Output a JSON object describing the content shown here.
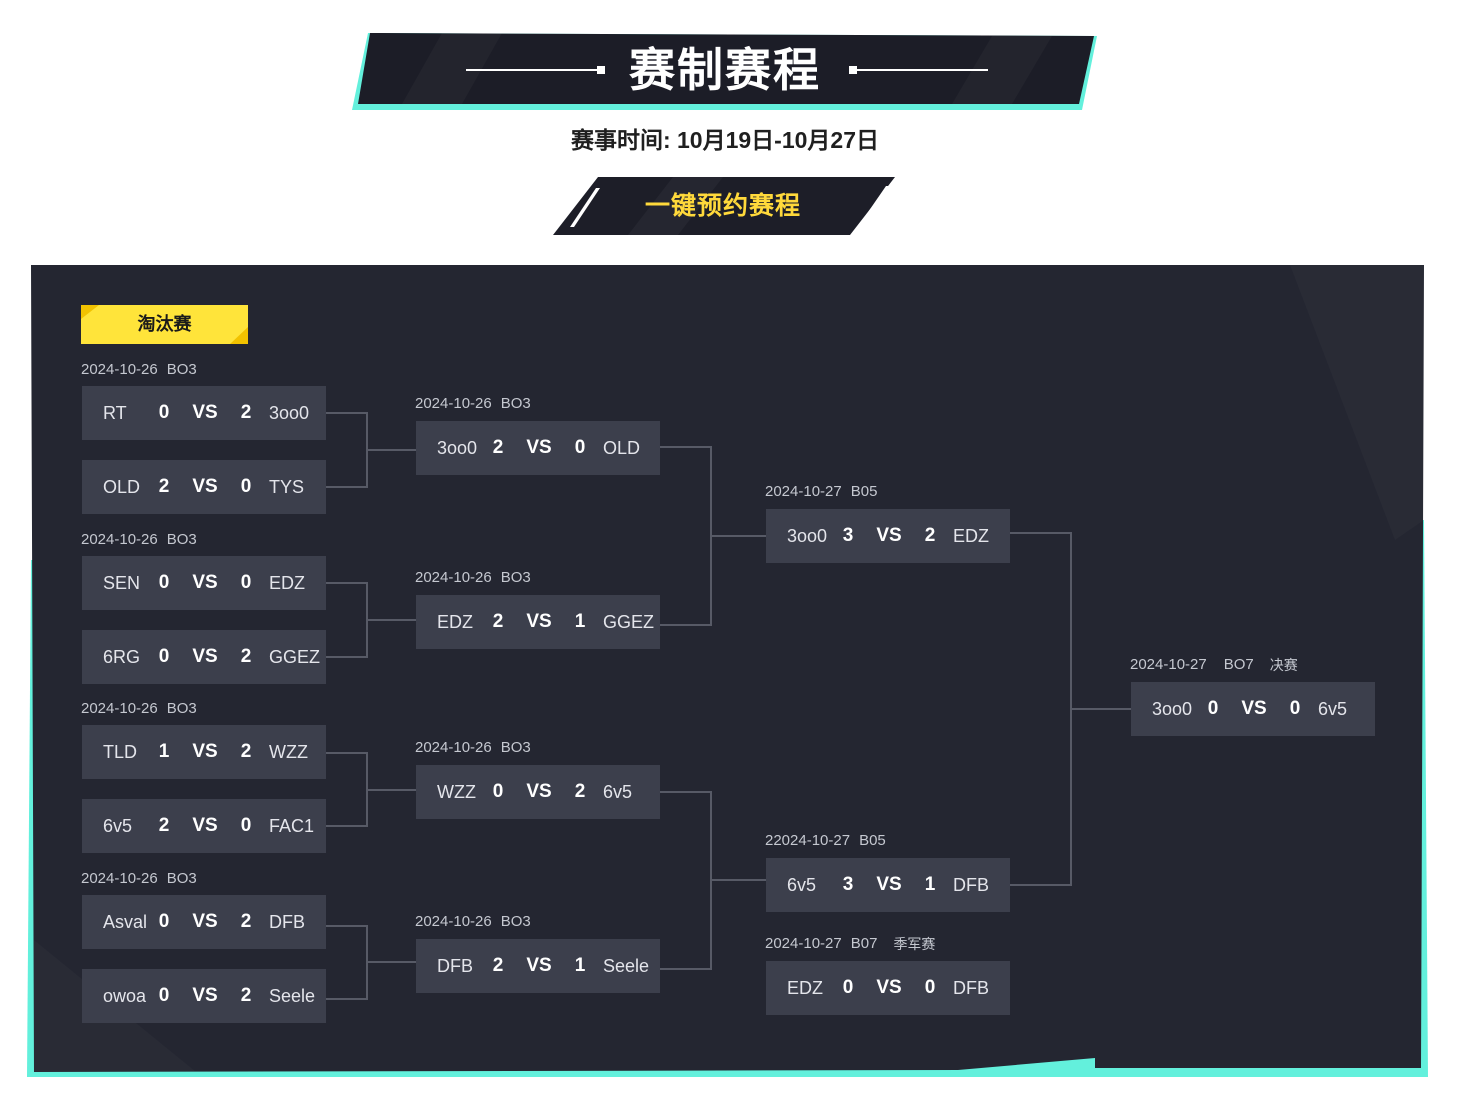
{
  "header": {
    "title": "赛制赛程",
    "schedule": "赛事时间: 10月19日-10月27日",
    "reserve_button": "一键预约赛程"
  },
  "bracket": {
    "stage_tag": "淘汰赛",
    "vs": "VS",
    "round1": [
      {
        "date": "2024-10-26",
        "format": "BO3",
        "matches": [
          {
            "team_a": "RT",
            "score_a": 0,
            "score_b": 2,
            "team_b": "3oo0"
          },
          {
            "team_a": "OLD",
            "score_a": 2,
            "score_b": 0,
            "team_b": "TYS"
          }
        ]
      },
      {
        "date": "2024-10-26",
        "format": "BO3",
        "matches": [
          {
            "team_a": "SEN",
            "score_a": 0,
            "score_b": 0,
            "team_b": "EDZ"
          },
          {
            "team_a": "6RG",
            "score_a": 0,
            "score_b": 2,
            "team_b": "GGEZ"
          }
        ]
      },
      {
        "date": "2024-10-26",
        "format": "BO3",
        "matches": [
          {
            "team_a": "TLD",
            "score_a": 1,
            "score_b": 2,
            "team_b": "WZZ"
          },
          {
            "team_a": "6v5",
            "score_a": 2,
            "score_b": 0,
            "team_b": "FAC1"
          }
        ]
      },
      {
        "date": "2024-10-26",
        "format": "BO3",
        "matches": [
          {
            "team_a": "Asval",
            "score_a": 0,
            "score_b": 2,
            "team_b": "DFB"
          },
          {
            "team_a": "owoa",
            "score_a": 0,
            "score_b": 2,
            "team_b": "Seele"
          }
        ]
      }
    ],
    "round2": [
      {
        "date": "2024-10-26",
        "format": "BO3",
        "team_a": "3oo0",
        "score_a": 2,
        "score_b": 0,
        "team_b": "OLD"
      },
      {
        "date": "2024-10-26",
        "format": "BO3",
        "team_a": "EDZ",
        "score_a": 2,
        "score_b": 1,
        "team_b": "GGEZ"
      },
      {
        "date": "2024-10-26",
        "format": "BO3",
        "team_a": "WZZ",
        "score_a": 0,
        "score_b": 2,
        "team_b": "6v5"
      },
      {
        "date": "2024-10-26",
        "format": "BO3",
        "team_a": "DFB",
        "score_a": 2,
        "score_b": 1,
        "team_b": "Seele"
      }
    ],
    "semifinals": [
      {
        "date": "2024-10-27",
        "format": "B05",
        "team_a": "3oo0",
        "score_a": 3,
        "score_b": 2,
        "team_b": "EDZ"
      },
      {
        "date": "22024-10-27",
        "format": "B05",
        "team_a": "6v5",
        "score_a": 3,
        "score_b": 1,
        "team_b": "DFB"
      }
    ],
    "third_place": {
      "date": "2024-10-27",
      "format": "B07",
      "stage": "季军赛",
      "team_a": "EDZ",
      "score_a": 0,
      "score_b": 0,
      "team_b": "DFB"
    },
    "final": {
      "date": "2024-10-27",
      "format": "BO7",
      "stage": "决赛",
      "team_a": "3oo0",
      "score_a": 0,
      "score_b": 0,
      "team_b": "6v5"
    }
  },
  "colors": {
    "cyan": "#63f0dc",
    "btn-yellow": "#ffd93b",
    "tag-yellow": "#ffe43a",
    "panel": "#242631",
    "card": "#3c3f4c",
    "connector": "#575a66"
  }
}
